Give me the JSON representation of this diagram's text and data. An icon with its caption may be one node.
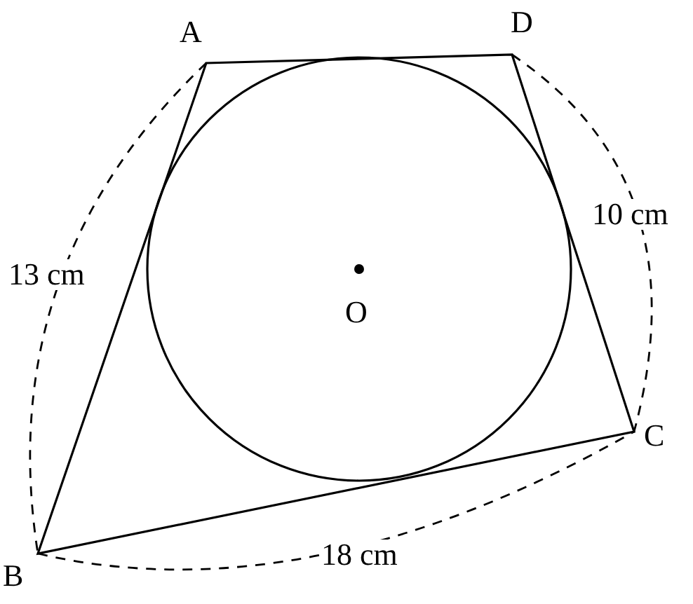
{
  "diagram": {
    "labels": [
      "A",
      "D",
      "13 cm",
      "10 cm",
      "O",
      "C",
      "B",
      "18 cm"
    ]
  }
}
